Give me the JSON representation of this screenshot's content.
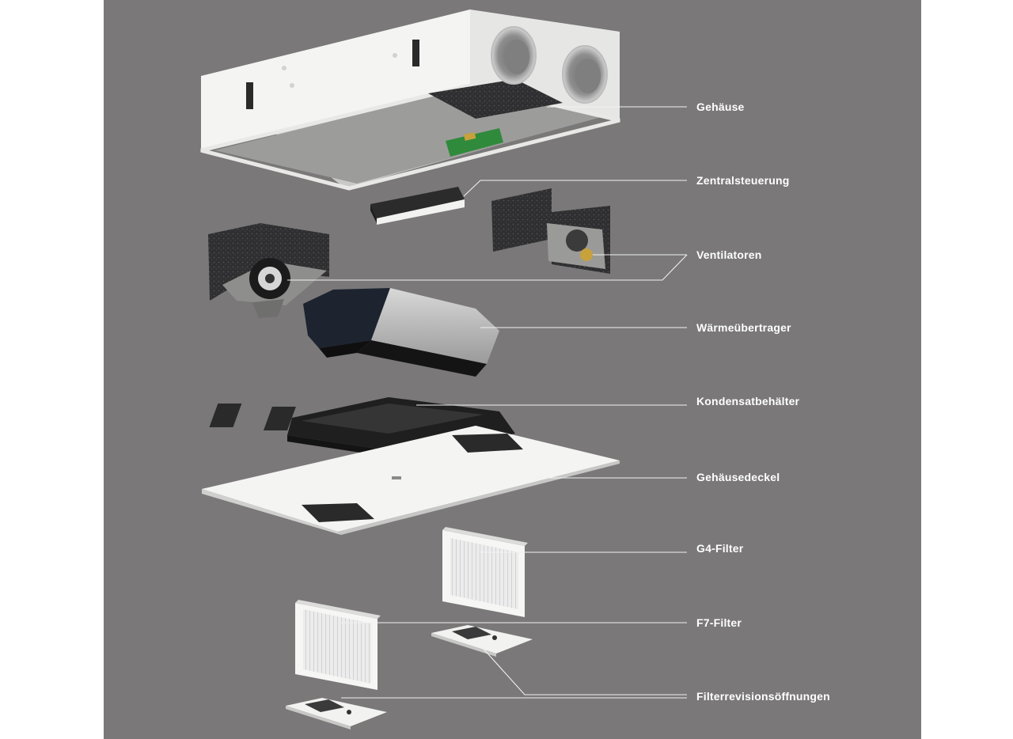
{
  "colors": {
    "background": "#7a7879",
    "label": "#ffffff",
    "leader_line": "#f2f2f2",
    "housing_white": "#f1f1f0",
    "insulation_dark": "#2e2e30",
    "heat_exchanger_dark": "#1d2430",
    "circuit_green": "#2f8a3c"
  },
  "callouts": [
    {
      "id": "gehaeuse",
      "label": "Gehäuse"
    },
    {
      "id": "zentralsteuerung",
      "label": "Zentralsteuerung"
    },
    {
      "id": "ventilatoren",
      "label": "Ventilatoren"
    },
    {
      "id": "waermeuebertrager",
      "label": "Wärmeübertrager"
    },
    {
      "id": "kondensatbehaelter",
      "label": "Kondensatbehälter"
    },
    {
      "id": "gehaeusedeckel",
      "label": "Gehäusedeckel"
    },
    {
      "id": "g4-filter",
      "label": "G4-Filter"
    },
    {
      "id": "f7-filter",
      "label": "F7-Filter"
    },
    {
      "id": "filterrevisionsoeffnungen",
      "label": "Filterrevisionsöffnungen"
    }
  ]
}
